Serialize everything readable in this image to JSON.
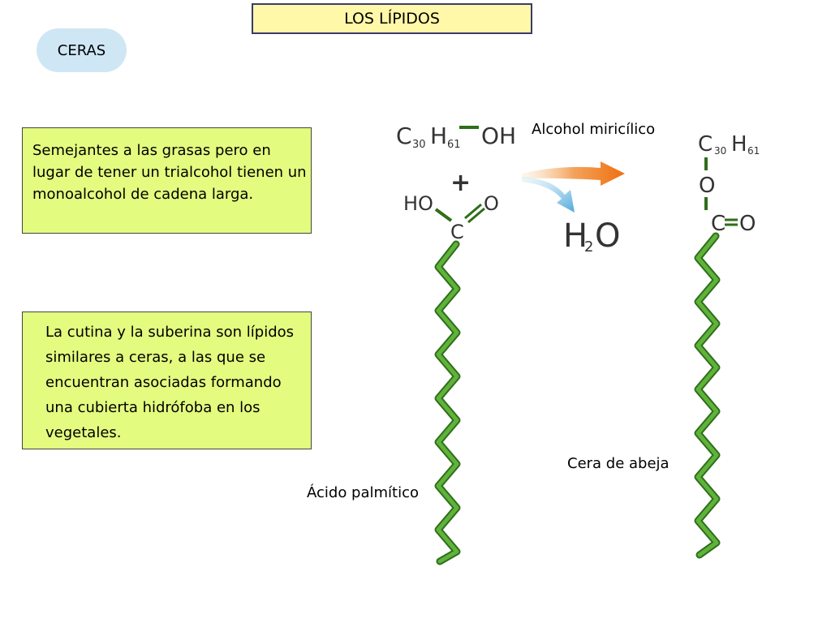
{
  "header": {
    "title": "LOS LÍPIDOS"
  },
  "section": {
    "label": "CERAS"
  },
  "notes": [
    {
      "text": "Semejantes a las grasas pero en lugar de tener un trialcohol tienen un monoalcohol de cadena larga."
    },
    {
      "text": "La cutina y la suberina son lípidos similares a ceras, a las que se encuentran asociadas formando una cubierta hidrófoba en los vegetales."
    }
  ],
  "diagram": {
    "alcohol_formula": {
      "c": "C",
      "c_sub": "30",
      "h": "H",
      "h_sub": "61",
      "oh": "OH"
    },
    "alcohol_label": "Alcohol miricílico",
    "plus": "+",
    "acid_groups": {
      "ho": "HO",
      "o": "O",
      "c": "C"
    },
    "water": {
      "h": "H",
      "sub": "2",
      "o": "O"
    },
    "product": {
      "c": "C",
      "c_sub": "30",
      "h": "H",
      "h_sub": "61",
      "o_link": "O",
      "o": "O"
    },
    "acid_label": "Ácido palmítico",
    "product_label": "Cera de abeja",
    "colors": {
      "chain": "#4d9b2c",
      "chain_dark": "#2f6e1a",
      "arrow_main": "#f07a1c",
      "arrow_water": "#5cb3e0"
    }
  }
}
